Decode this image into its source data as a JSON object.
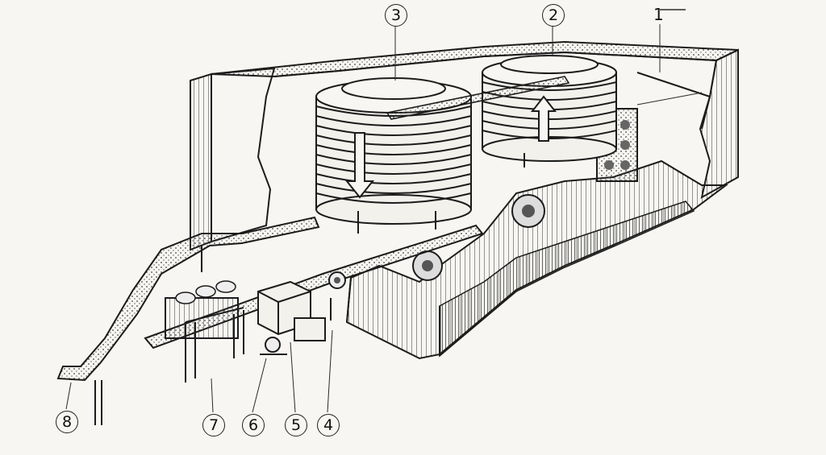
{
  "callouts": {
    "c1": "1",
    "c2": "2",
    "c3": "3",
    "c4": "4",
    "c5": "5",
    "c6": "6",
    "c7": "7",
    "c8": "8"
  },
  "colors": {
    "ink": "#1c1c1c",
    "paper": "#f7f6f2",
    "shade": "#8a8a8a"
  }
}
